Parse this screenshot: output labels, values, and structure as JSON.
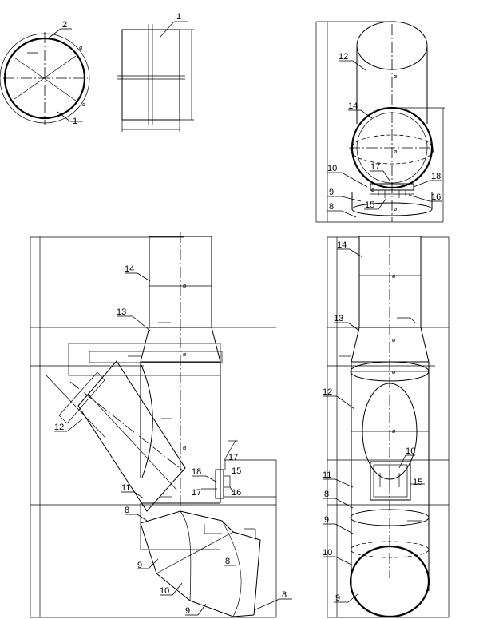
{
  "labels": {
    "l1": "1",
    "l2": "2",
    "l8": "8",
    "l9": "9",
    "l10": "10",
    "l11": "11",
    "l12": "12",
    "l13": "13",
    "l14": "14",
    "l15": "15",
    "l16": "16",
    "l17": "17",
    "l18": "18"
  },
  "diameter_symbol": "ø"
}
